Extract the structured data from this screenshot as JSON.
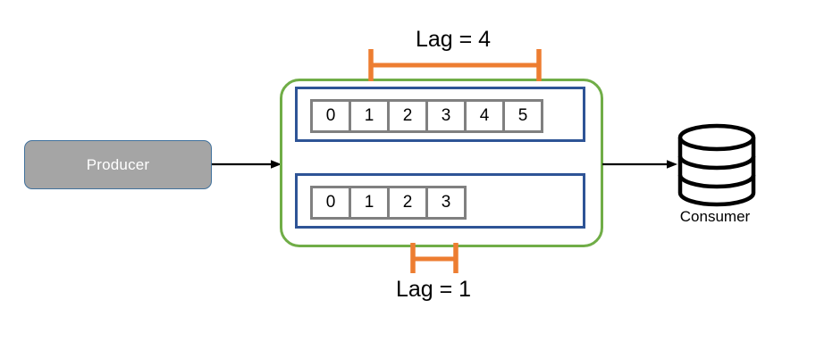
{
  "diagram": {
    "title": "Kafka consumer lag diagram",
    "colors": {
      "producer_fill": "#A5A5A5",
      "producer_border": "#41719C",
      "broker_border": "#70AD47",
      "partition_border": "#2E5496",
      "cell_border": "#808080",
      "bracket": "#ED7D31",
      "arrow": "#000000",
      "text": "#000000",
      "producer_text": "#FFFFFF"
    }
  },
  "producer": {
    "label": "Producer"
  },
  "broker": {
    "partitions": [
      {
        "name": "partition-0",
        "cells": [
          "0",
          "1",
          "2",
          "3",
          "4",
          "5"
        ]
      },
      {
        "name": "partition-1",
        "cells": [
          "0",
          "1",
          "2",
          "3"
        ]
      }
    ]
  },
  "lag_markers": [
    {
      "name": "lag-top",
      "label": "Lag  =  4",
      "value": 4,
      "spans_cells": [
        "2",
        "3",
        "4",
        "5"
      ],
      "partition": "partition-0"
    },
    {
      "name": "lag-bottom",
      "label": "Lag  =  1",
      "value": 1,
      "spans_cells": [
        "3"
      ],
      "partition": "partition-1"
    }
  ],
  "consumer": {
    "label": "Consumer",
    "icon": "database-cylinder-icon"
  },
  "arrows": [
    {
      "name": "producer-to-broker-arrow",
      "from": "producer",
      "to": "broker"
    },
    {
      "name": "broker-to-consumer-arrow",
      "from": "broker",
      "to": "consumer"
    }
  ]
}
